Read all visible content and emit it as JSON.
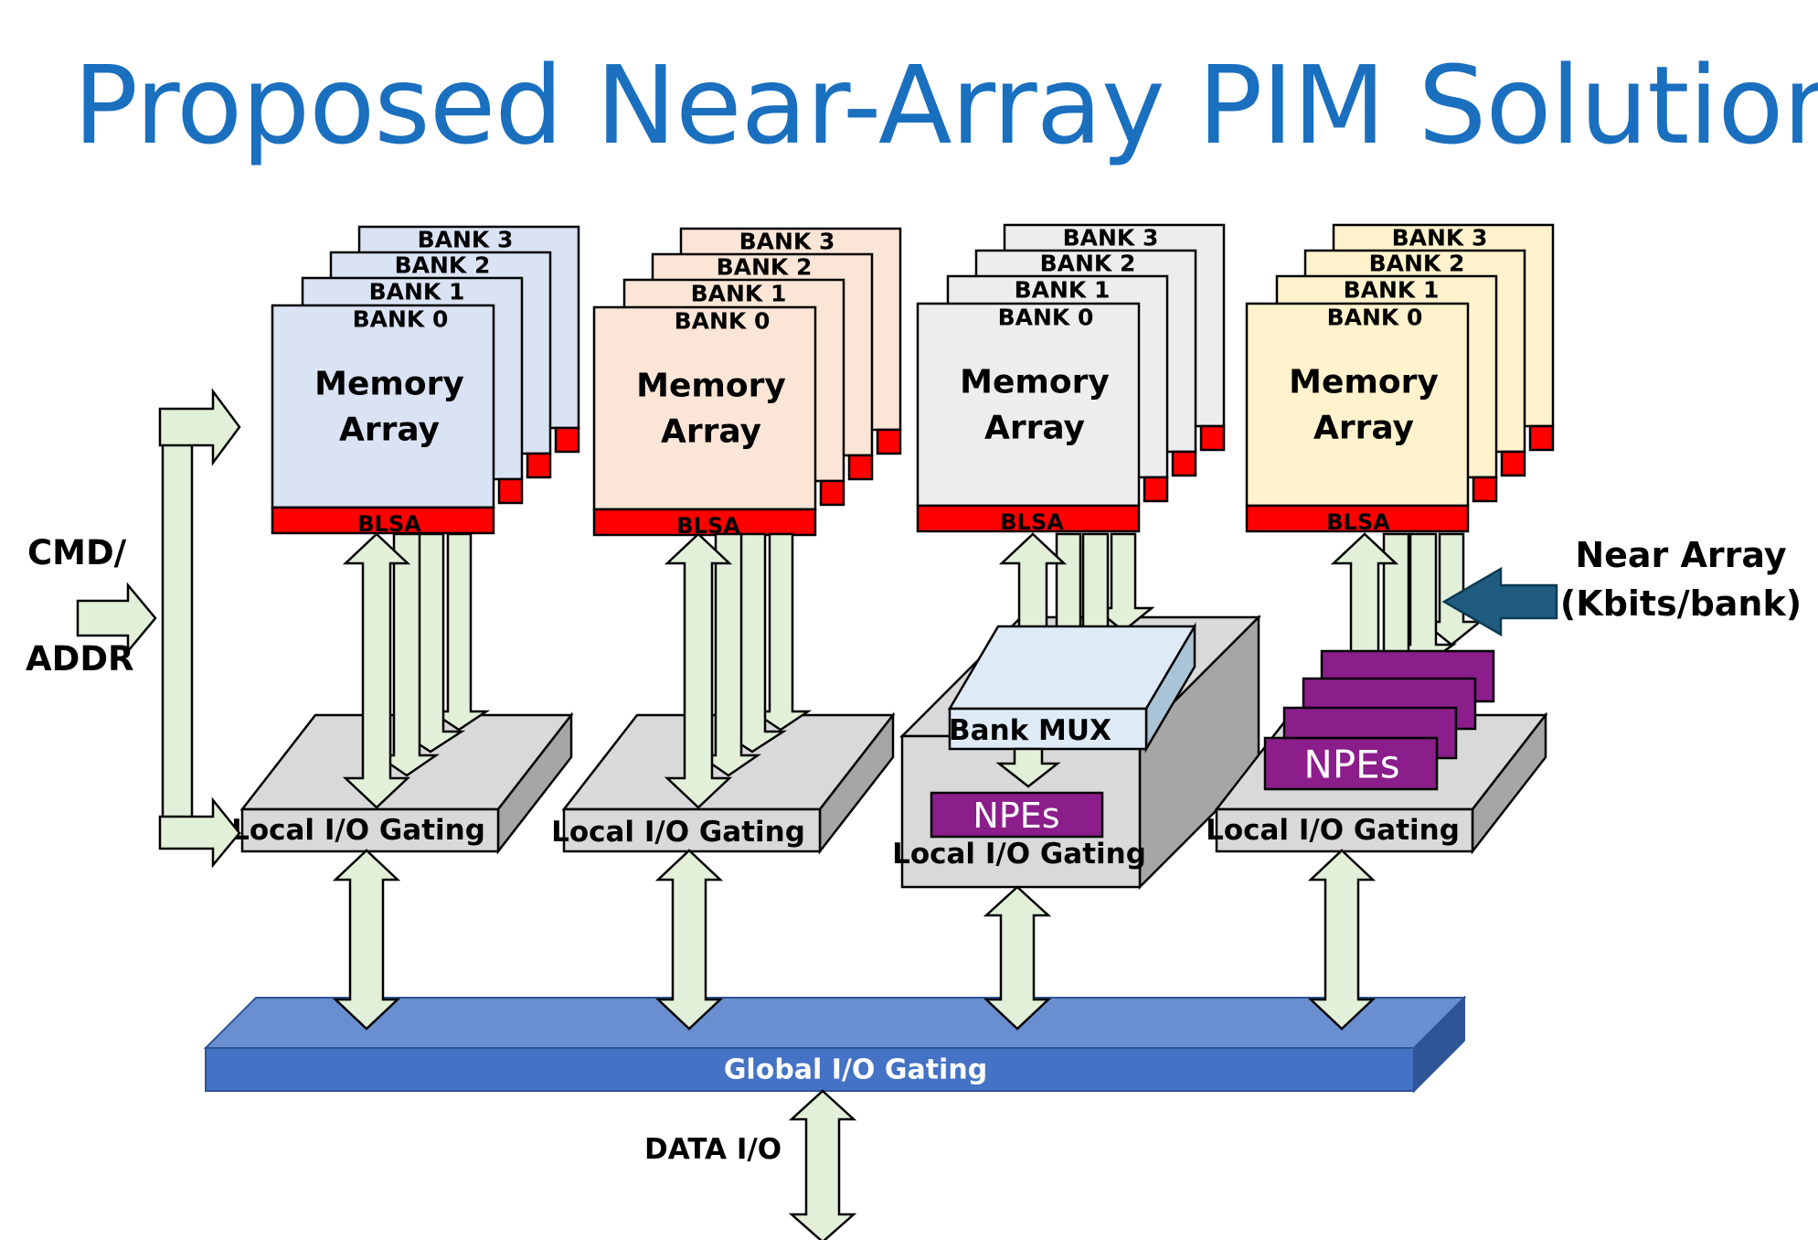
{
  "title": "Proposed Near-Array PIM Solution",
  "labels": {
    "cmd": "CMD/",
    "addr": "ADDR",
    "near_array": "Near Array",
    "kbits": "(Kbits/bank)",
    "global_io": "Global I/O Gating",
    "data_io": "DATA I/O",
    "local_io": "Local I/O Gating",
    "memory": "Memory",
    "array": "Array",
    "blsa": "BLSA",
    "bank_mux": "Bank MUX",
    "npes": "NPEs",
    "bank0": "BANK 0",
    "bank1": "BANK 1",
    "bank2": "BANK 2",
    "bank3": "BANK 3"
  },
  "colors": {
    "title": "#1A6FBF",
    "group1_fill": "#DAE3F3",
    "group2_fill": "#FBE5D6",
    "group3_fill": "#EDEDED",
    "group4_fill": "#FFF2CC",
    "blsa": "#FF0000",
    "arrow_fill": "#E2F0D9",
    "gating_top": "#D9D9D9",
    "gating_side": "#A6A6A6",
    "global_front": "#4472C4",
    "global_top": "#6A8FD0",
    "global_side": "#2F5597",
    "bank_mux": "#DEEBF7",
    "npe": "#8B1E8B",
    "near_array_arrow": "#1F5C80"
  }
}
